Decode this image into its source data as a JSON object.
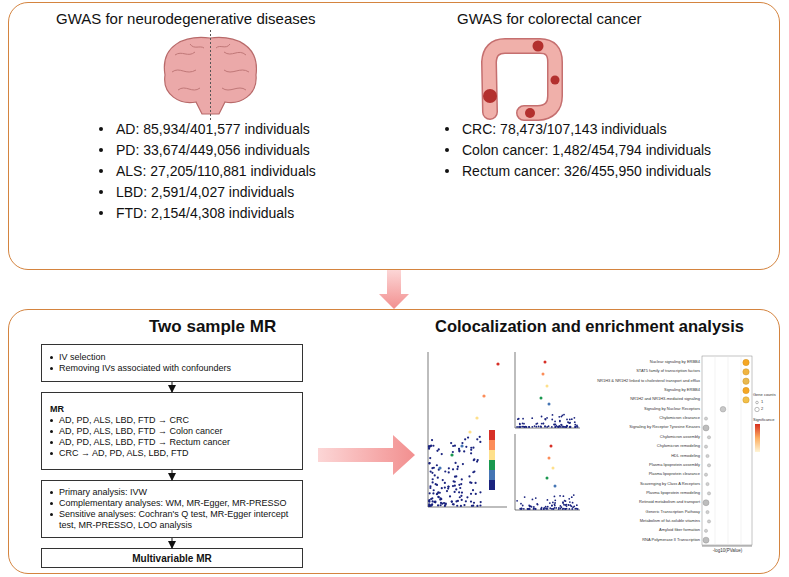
{
  "diagram": {
    "nodes": [
      {
        "text": [
          "GWAS for neurodegenerative diseases",
          "AD: 85,934/401,577 individuals",
          "PD: 33,674/449,056 individuals",
          "ALS: 27,205/110,881 individuals",
          "LBD: 2,591/4,027 individuals",
          "FTD: 2,154/4,308 individuals",
          "GWAS for colorectal cancer",
          "CRC: 78,473/107,143 individuals",
          "Colon cancer: 1,482/454,794 individuals",
          "Rectum cancer: 326/455,950 individuals"
        ]
      },
      {
        "text": [
          "Two sample MR",
          "Colocalization and enrichment analysis"
        ]
      },
      {
        "text": [
          "IV selection",
          "Removing IVs associated with confounders"
        ],
        "in": 1
      },
      {
        "text": [
          "MR",
          "AD, PD, ALS, LBD, FTD → CRC",
          "AD, PD, ALS, LBD, FTD → Colon cancer",
          "AD, PD, ALS, LBD, FTD → Rectum cancer",
          "CRC → AD, PD, ALS, LBD, FTD"
        ],
        "in": 1
      },
      {
        "text": [
          "Primary analysis: IVW",
          "Complementary analyses: WM, MR-Egger, MR-PRESSO",
          "Sensitive analyses: Cochran's Q test, MR-Egger intercept test, MR-PRESSO, LOO analysis"
        ],
        "in": 1
      },
      {
        "text": [
          "Multivariable MR"
        ],
        "in": 1
      }
    ],
    "edges": [
      {
        "from": 0,
        "to": 1,
        "arrow": "to"
      },
      {
        "from": 2,
        "to": 3,
        "arrow": "to"
      },
      {
        "from": 3,
        "to": 4,
        "arrow": "to"
      },
      {
        "from": 4,
        "to": 5,
        "arrow": "to"
      }
    ],
    "labels": [
      "Nuclear signaling by ERBB4",
      "STAT5 family of transcription factors",
      "NR1H3 & NR1H2 linked to cholesterol transport and efflux",
      "Signaling by ERBB4",
      "NR1H2 and NR1H3-mediated signaling",
      "Signaling by Nuclear Receptors",
      "Chylomicron clearance",
      "Signaling by Receptor Tyrosine Kinases",
      "Chylomicron assembly",
      "Chylomicron remodeling",
      "HDL remodeling",
      "Plasma lipoprotein assembly",
      "Plasma lipoprotein clearance",
      "Scavenging by Class A Receptors",
      "Plasma lipoprotein remodeling",
      "Retinoid metabolism and transport",
      "Generic Transcription Pathway",
      "Metabolism of fat-soluble vitamins",
      "Amyloid fiber formation",
      "RNA Polymerase II Transcription",
      "-log10(PValue)",
      "Gene counts",
      "1",
      "2",
      "Significance"
    ]
  }
}
